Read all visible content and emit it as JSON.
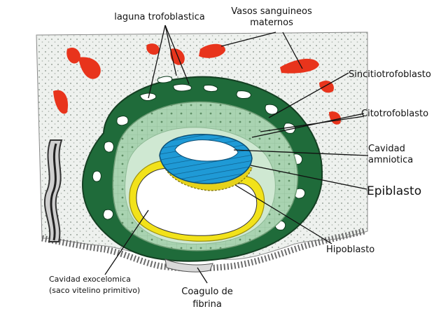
{
  "labels": {
    "laguna": "laguna trofoblastica",
    "vasos_line1": "Vasos sanguineos",
    "vasos_line2": "maternos",
    "sincitio": "Sincitiotrofoblasto",
    "citotrofo": "Citotrofoblasto",
    "amniotica_line1": "Cavidad",
    "amniotica_line2": "amniotica",
    "epiblasto": "Epiblasto",
    "hipoblasto": "Hipoblasto",
    "exocelomica_line1": "Cavidad exocelomica",
    "exocelomica_line2": "(saco vitelino primitivo)",
    "coagulo_line1": "Coagulo de",
    "coagulo_line2": "fibrina"
  },
  "colors": {
    "endometrium": "#eef1ee",
    "maternal_vessels": "#e8341c",
    "syncytiotrophoblast": "#1f6b3a",
    "cytotrophoblast": "#a9d3b1",
    "extraembryonic_mesoderm": "#cfe8d2",
    "amniotic_cavity": "#ffffff",
    "epiblast": "#1f9ad6",
    "hypoblast": "#e6d21a",
    "exocoelomic_membrane": "#f2e21a",
    "gland": "#333333"
  }
}
